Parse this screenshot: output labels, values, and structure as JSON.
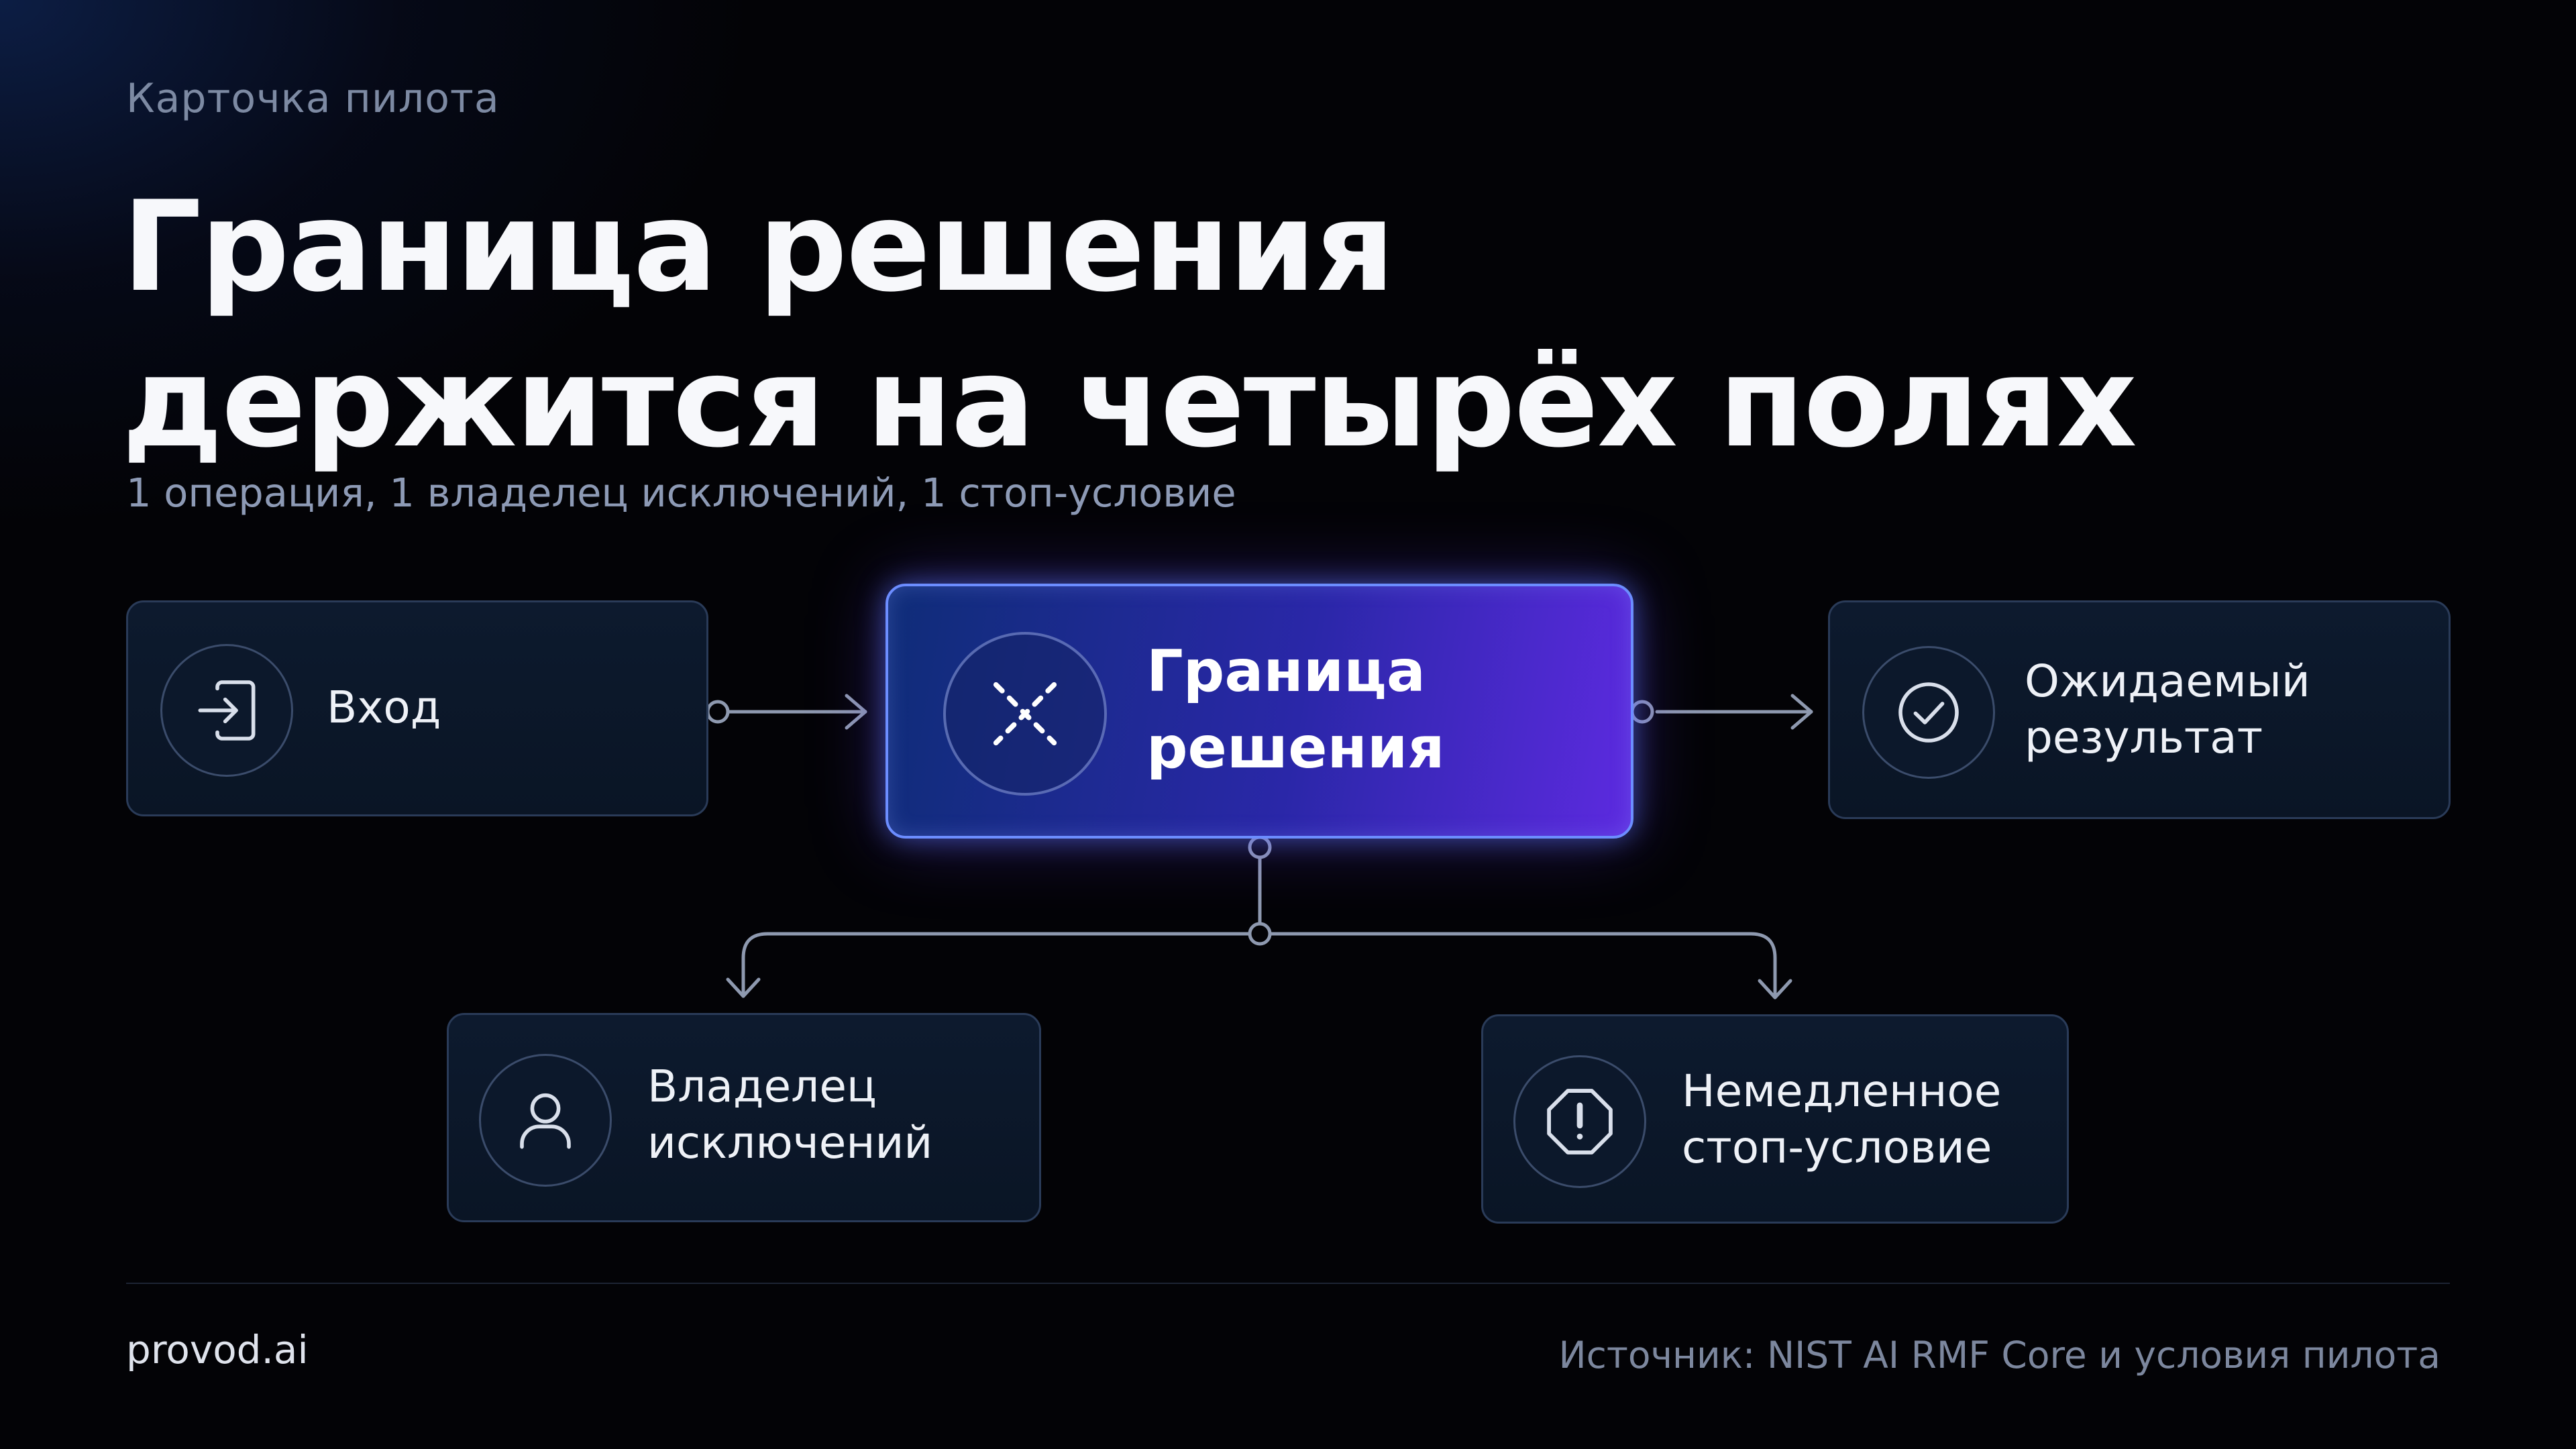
{
  "header": {
    "eyebrow": "Карточка пилота",
    "title_line1": "Граница решения",
    "title_line2": "держится на четырёх полях",
    "subtitle": "1 операция, 1 владелец исключений, 1 стоп-условие"
  },
  "diagram": {
    "nodes": {
      "input": {
        "label_line1": "Вход",
        "icon": "login-arrow-icon"
      },
      "boundary": {
        "label_line1": "Граница",
        "label_line2": "решения",
        "icon": "dashed-cross-icon"
      },
      "output": {
        "label_line1": "Ожидаемый",
        "label_line2": "результат",
        "icon": "check-circle-icon"
      },
      "owner": {
        "label_line1": "Владелец",
        "label_line2": "исключений",
        "icon": "user-icon"
      },
      "stop": {
        "label_line1": "Немедленное",
        "label_line2": "стоп-условие",
        "icon": "octagon-alert-icon"
      }
    },
    "edges": [
      {
        "from": "input",
        "to": "boundary"
      },
      {
        "from": "boundary",
        "to": "output"
      },
      {
        "from": "boundary",
        "to": "owner"
      },
      {
        "from": "boundary",
        "to": "stop"
      }
    ],
    "colors": {
      "connector": "#8e99af",
      "boundary_border": "#6c8dff",
      "boundary_gradient_start": "#0f2d78",
      "boundary_gradient_end": "#5d2ae0",
      "card_border": "#2a3b58"
    }
  },
  "footer": {
    "brand": "provod.ai",
    "source": "Источник: NIST AI RMF Core и условия пилота"
  }
}
